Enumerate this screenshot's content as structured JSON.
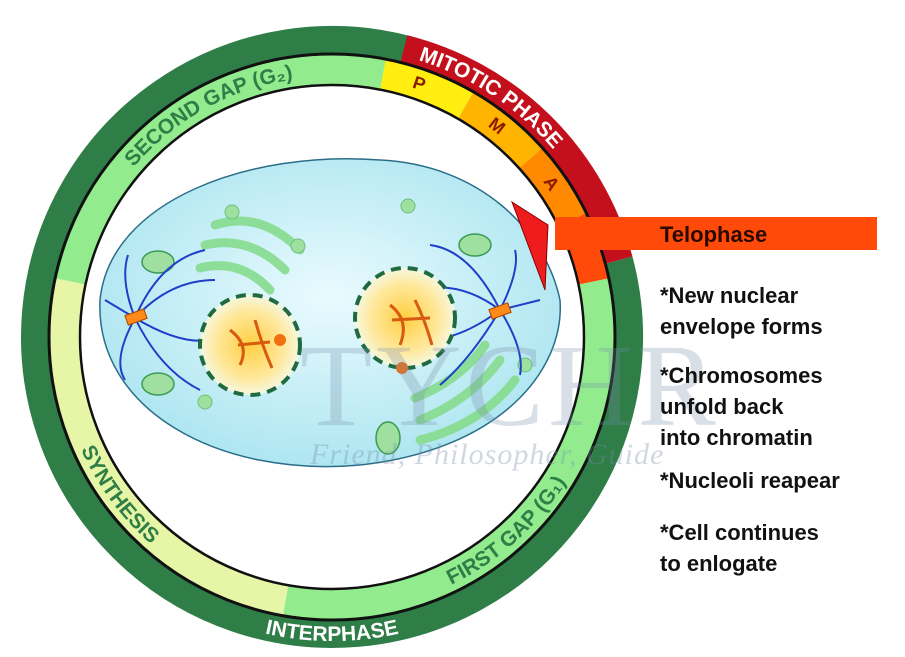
{
  "diagram": {
    "outer_ring": {
      "mitotic_label": "MITOTIC PHASE",
      "interphase_label": "INTERPHASE"
    },
    "inner_ring": {
      "g2_label": "SECOND GAP (G₂)",
      "synthesis_label": "SYNTHESIS",
      "g1_label": "FIRST GAP (G₁)",
      "prophase_letter": "P",
      "metaphase_letter": "M",
      "anaphase_letter": "A"
    },
    "current_phase": {
      "label": "Telophase",
      "notes": [
        [
          "*New nuclear",
          "envelope forms"
        ],
        [
          "*Chromosomes",
          "unfold back",
          "into chromatin"
        ],
        [
          "*Nucleoli reapear"
        ],
        [
          "*Cell continues",
          "to enlogate"
        ]
      ]
    },
    "watermark": {
      "brand": "TYCHR",
      "tagline": "Friend, Philosopher, Guide"
    },
    "colors": {
      "interphase_dark_green": "#2f7d47",
      "g1_g2_light_green": "#92ec8e",
      "synthesis_pale": "#e6f5a6",
      "mitotic_red": "#c4101c",
      "prophase": "#ffee10",
      "metaphase": "#ffb400",
      "anaphase": "#ff8a00",
      "telophase": "#ff4a0a",
      "cytoplasm": "#bfeef5"
    }
  }
}
